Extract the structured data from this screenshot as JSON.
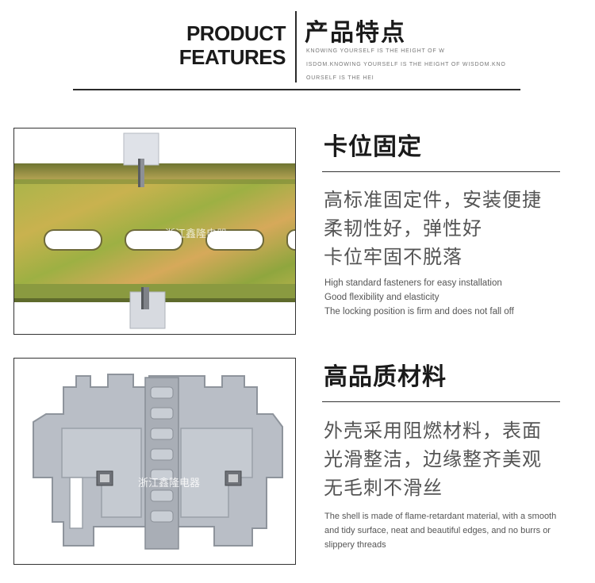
{
  "header": {
    "title_en": [
      "PRODUCT",
      "FEATURES"
    ],
    "title_cn": "产品特点",
    "subtitle_lines": [
      "KNOWING YOURSELF IS THE HEIGHT OF W",
      "ISDOM.KNOWING YOURSELF IS THE HEIGHT OF WISDOM.KNO",
      "OURSELF IS THE HEI"
    ]
  },
  "features": [
    {
      "title": "卡位固定",
      "cn_lines": [
        "高标准固定件，安装便捷",
        "柔韧性好，弹性好",
        "卡位牢固不脱落"
      ],
      "en_lines": [
        "High standard fasteners for easy installation",
        "Good flexibility and elasticity",
        "The locking position is firm and does not fall off"
      ],
      "watermark": "浙江鑫隆电器"
    },
    {
      "title": "高品质材料",
      "cn_lines": [
        "外壳采用阻燃材料，表面",
        "光滑整洁，边缘整齐美观",
        "无毛刺不滑丝"
      ],
      "en_lines": [
        "The shell is made of flame-retardant material, with a smooth",
        "and tidy surface, neat and beautiful edges, and no burrs or",
        "slippery threads"
      ],
      "watermark": "浙江鑫隆电器"
    }
  ],
  "colors": {
    "text_dark": "#1a1a1a",
    "text_body": "#555555",
    "rail_green": "#9aa838",
    "rail_gold": "#c8a24a",
    "plastic_gray": "#b9bec6"
  }
}
